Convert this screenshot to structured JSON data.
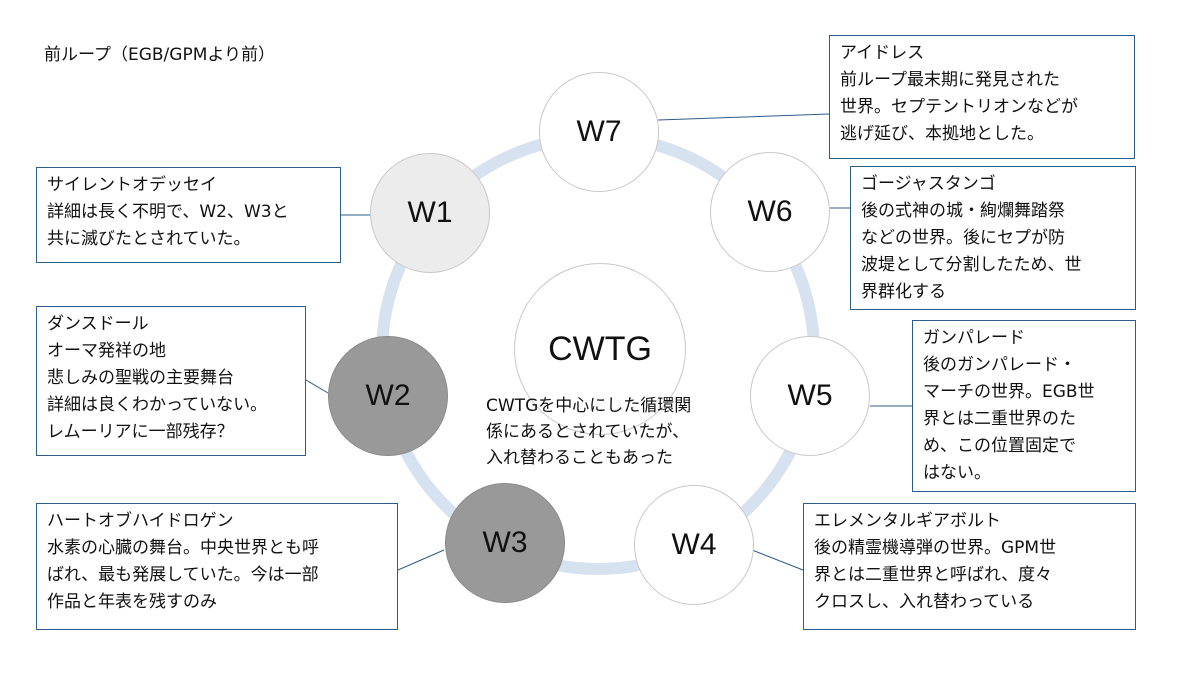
{
  "title": "前ループ（EGB/GPMより前）",
  "center": {
    "label": "CWTG",
    "note": "CWTGを中心にした循環関\n係にあるとされていたが、\n入れ替わることもあった"
  },
  "colors": {
    "ring": "#d6e2f0",
    "leader": "#2e5c8a",
    "w1_fill": "#ececec",
    "w2_fill": "#999999",
    "w3_fill": "#999999"
  },
  "worlds": [
    {
      "id": "W7",
      "label": "W7",
      "box_title": "アイドレス",
      "box_body": "前ループ最末期に発見された\n世界。セプテントリオンなどが\n逃げ延び、本拠地とした。"
    },
    {
      "id": "W6",
      "label": "W6",
      "box_title": "ゴージャスタンゴ",
      "box_body": "後の式神の城・絢爛舞踏祭\nなどの世界。後にセプが防\n波堤として分割したため、世\n界群化する"
    },
    {
      "id": "W5",
      "label": "W5",
      "box_title": "ガンパレード",
      "box_body": "後のガンパレード・\nマーチの世界。EGB世\n界とは二重世界のた\nめ、この位置固定で\nはない。"
    },
    {
      "id": "W4",
      "label": "W4",
      "box_title": "エレメンタルギアボルト",
      "box_body": "後の精霊機導弾の世界。GPM世\n界とは二重世界と呼ばれ、度々\nクロスし、入れ替わっている"
    },
    {
      "id": "W3",
      "label": "W3",
      "box_title": "ハートオブハイドロゲン",
      "box_body": "水素の心臓の舞台。中央世界とも呼\nばれ、最も発展していた。今は一部\n作品と年表を残すのみ"
    },
    {
      "id": "W2",
      "label": "W2",
      "box_title": "ダンスドール",
      "box_body": "オーマ発祥の地\n悲しみの聖戦の主要舞台\n詳細は良くわかっていない。\nレムーリアに一部残存？"
    },
    {
      "id": "W1",
      "label": "W1",
      "box_title": "サイレントオデッセイ",
      "box_body": "詳細は長く不明で、W2、W3と\n共に滅びたとされていた。"
    }
  ]
}
